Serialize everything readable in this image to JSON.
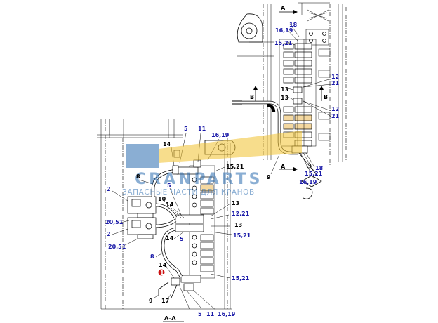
{
  "section_markers": {
    "a_top": "A",
    "a_bottom": "A",
    "b_left": "B",
    "b_right": "B",
    "view_title": "A–A"
  },
  "labels_right": {
    "l18_top": "18",
    "l16_19_top": "16,19",
    "l15_21_top": "15,21",
    "l12_a": "12",
    "l21_a": "21",
    "l13_a": "13",
    "l13_b": "13",
    "l12_b": "12",
    "l21_b": "21",
    "l9": "9",
    "l18_bot": "18",
    "l15_21_bot": "15,21",
    "l16_19_bot": "16,19"
  },
  "labels_left": {
    "l5_top": "5",
    "l11_top": "11",
    "l16_19": "16,19",
    "l14_top": "14",
    "l8_top": "8",
    "l15_21_mid": "15,21",
    "l2_top": "2",
    "l5_mid": "5",
    "l10": "10",
    "l14_mid": "14",
    "l13_mid": "13",
    "l12_21": "12,21",
    "l20_51_a": "20,51",
    "l2_bot": "2",
    "l14_low": "14",
    "l5_low": "5",
    "l13_low": "13",
    "l15_21_low": "15,21",
    "l20_51_b": "20,51",
    "l8_bot": "8",
    "l14_bot": "14",
    "l1": "1",
    "l15_21_bot": "15,21",
    "l9": "9",
    "l17": "17",
    "l5_bot": "5",
    "l11_bot": "11",
    "l16_19_bot": "16,19"
  },
  "watermark": {
    "brand": "CRANPARTS",
    "tagline": "ЗАПАСНЫЕ ЧАСТИ ДЛЯ КРАНОВ"
  },
  "colors": {
    "label_blue": "#1a1aa8",
    "highlight_orange": "#f0c98a",
    "callout_red": "#cc1111",
    "watermark_blue": "#2b6cb0",
    "watermark_yellow": "#f2c230"
  }
}
